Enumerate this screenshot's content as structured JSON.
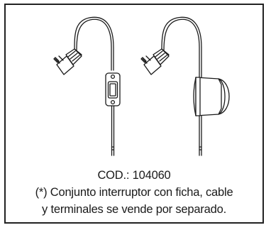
{
  "figure": {
    "left_item": "switch-with-plug-cable",
    "right_item": "plug-cable-with-terminal-cover"
  },
  "caption": {
    "code_line": "COD.: 104060",
    "note_line_1": "(*) Conjunto interruptor con ficha, cable",
    "note_line_2": "y terminales se vende por separado."
  },
  "colors": {
    "line": "#1a1a1a",
    "border": "#222222",
    "background": "#ffffff"
  }
}
